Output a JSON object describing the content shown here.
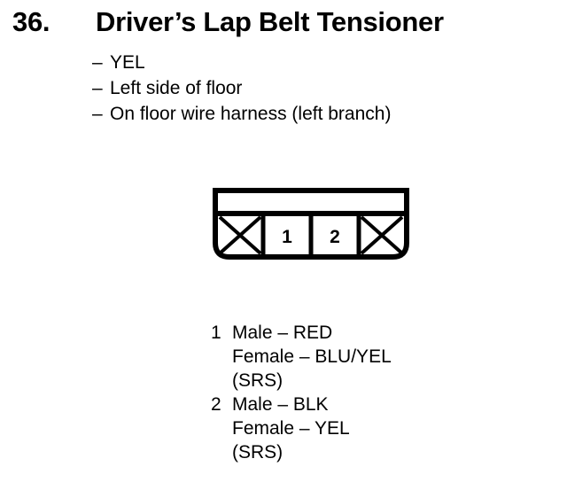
{
  "heading": {
    "number": "36.",
    "title": "Driver’s Lap Belt Tensioner"
  },
  "bullets": [
    {
      "dash": "–",
      "text": "YEL"
    },
    {
      "dash": "–",
      "text": "Left side of floor"
    },
    {
      "dash": "–",
      "text": "On floor wire harness (left branch)"
    }
  ],
  "connector": {
    "cells": [
      {
        "type": "blank",
        "label": ""
      },
      {
        "type": "pin",
        "label": "1"
      },
      {
        "type": "pin",
        "label": "2"
      },
      {
        "type": "blank",
        "label": ""
      }
    ],
    "stroke_color": "#000000",
    "fill_color": "#ffffff"
  },
  "pin_legend": [
    {
      "index": "1",
      "lines": [
        "Male – RED",
        "Female – BLU/YEL",
        "(SRS)"
      ]
    },
    {
      "index": "2",
      "lines": [
        "Male – BLK",
        "Female – YEL",
        "(SRS)"
      ]
    }
  ]
}
